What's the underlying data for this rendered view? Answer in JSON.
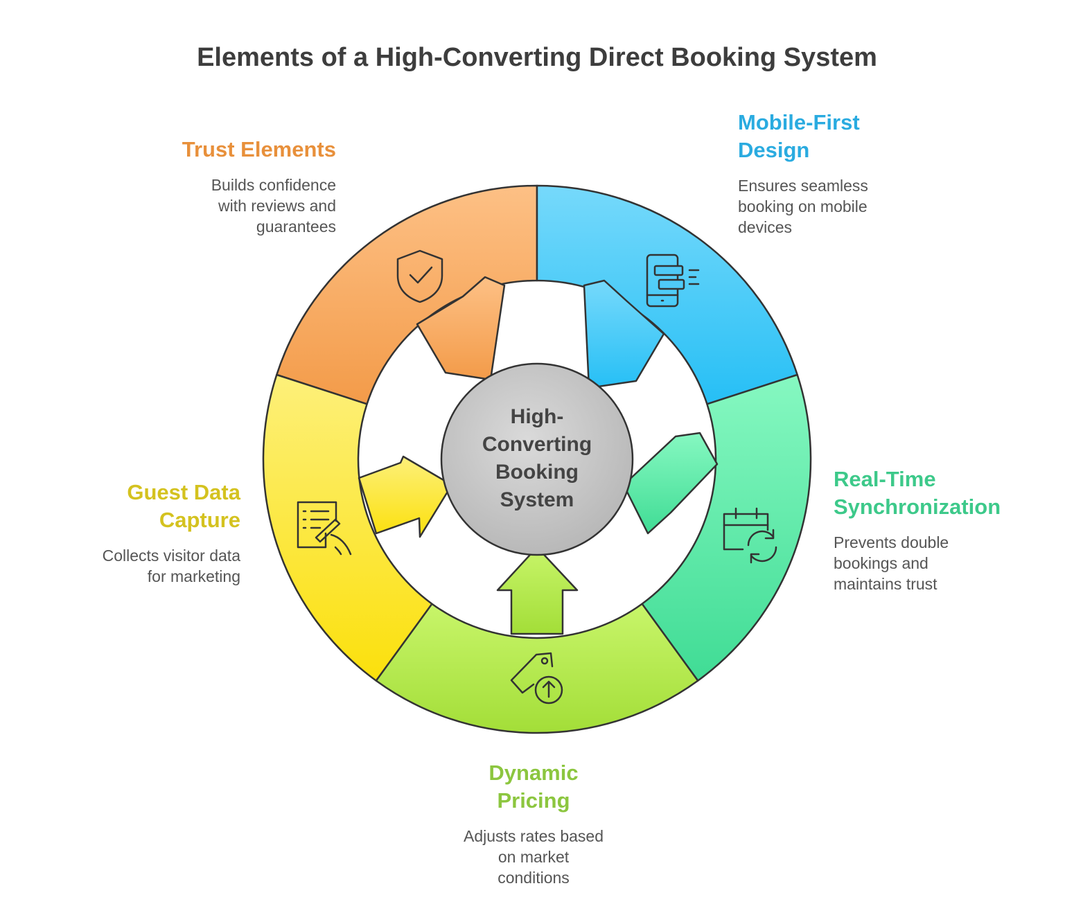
{
  "title": "Elements of a High-Converting Direct Booking System",
  "hub": {
    "label": "High-\nConverting\nBooking\nSystem"
  },
  "segments": {
    "trust": {
      "title": "Trust Elements",
      "description": "Builds confidence\nwith reviews and\nguarantees",
      "color": "#E8903B",
      "icon": "shield-check-icon"
    },
    "mobile": {
      "title": "Mobile-First\nDesign",
      "description": "Ensures seamless\nbooking on mobile\ndevices",
      "color": "#2AABE0",
      "icon": "mobile-layout-icon"
    },
    "realtime": {
      "title": "Real-Time\nSynchronization",
      "description": "Prevents double\nbookings and\nmaintains trust",
      "color": "#3DC98A",
      "icon": "calendar-sync-icon"
    },
    "pricing": {
      "title": "Dynamic\nPricing",
      "description": "Adjusts rates based\non market\nconditions",
      "color": "#8CC63F",
      "icon": "price-tag-up-icon"
    },
    "guest": {
      "title": "Guest Data\nCapture",
      "description": "Collects visitor data\nfor marketing",
      "color": "#D4C21F",
      "icon": "form-signature-icon"
    }
  }
}
